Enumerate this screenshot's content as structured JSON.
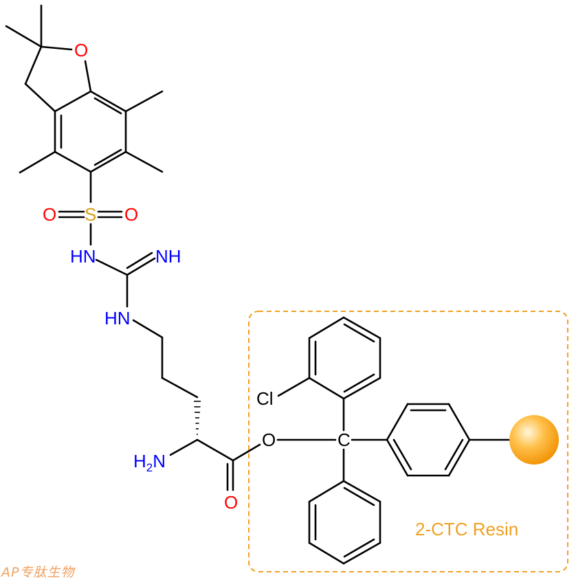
{
  "atoms": {
    "o_ring": "O",
    "s": "S",
    "o_s1": "O",
    "o_s2": "O",
    "nh1": "HN",
    "nh_imine": "NH",
    "nh2": "HN",
    "h2n": "H",
    "h2n_sub": "2",
    "h2n_n": "N",
    "o_carbonyl": "O",
    "o_ester": "O",
    "c_trityl": "C",
    "cl": "Cl"
  },
  "resin_label": "2-CTC Resin",
  "logo_text": "AP专肽生物",
  "colors": {
    "oxygen": "#ff0000",
    "nitrogen": "#0000ff",
    "sulfur": "#d4a017",
    "resin": "#f0a020"
  }
}
